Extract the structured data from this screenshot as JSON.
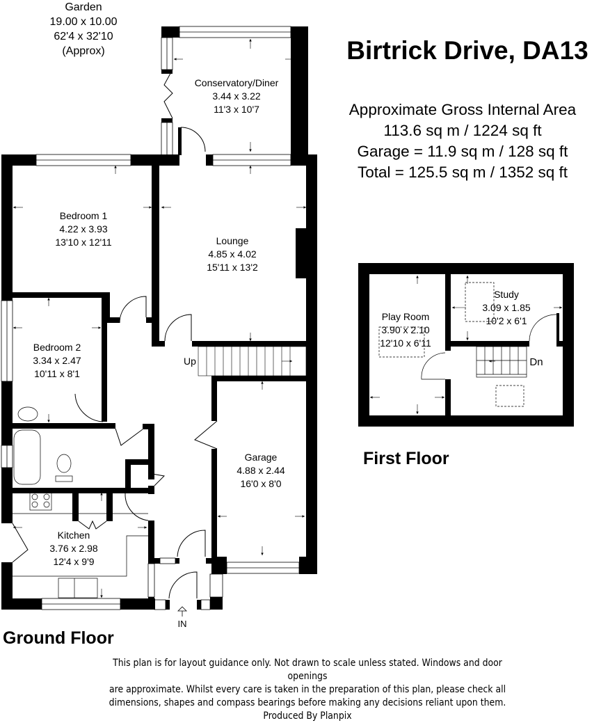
{
  "header": {
    "title": "Birtrick Drive, DA13",
    "area_heading": "Approximate Gross Internal Area",
    "area_main": "113.6 sq m / 1224 sq ft",
    "area_garage": "Garage = 11.9 sq m / 128 sq ft",
    "area_total": "Total = 125.5 sq m / 1352 sq ft"
  },
  "garden": {
    "name": "Garden",
    "metric": "19.00 x 10.00",
    "imperial": "62'4 x 32'10",
    "note": "(Approx)"
  },
  "ground_floor": {
    "label": "Ground Floor",
    "rooms": [
      {
        "name": "Conservatory/Diner",
        "metric": "3.44 x 3.22",
        "imperial": "11'3 x 10'7"
      },
      {
        "name": "Bedroom 1",
        "metric": "4.22 x 3.93",
        "imperial": "13'10 x 12'11"
      },
      {
        "name": "Lounge",
        "metric": "4.85 x 4.02",
        "imperial": "15'11 x 13'2"
      },
      {
        "name": "Bedroom 2",
        "metric": "3.34 x 2.47",
        "imperial": "10'11 x 8'1"
      },
      {
        "name": "Garage",
        "metric": "4.88 x 2.44",
        "imperial": "16'0 x 8'0"
      },
      {
        "name": "Kitchen",
        "metric": "3.76 x 2.98",
        "imperial": "12'4 x 9'9"
      }
    ],
    "stairs_label": "Up",
    "entrance_label": "IN"
  },
  "first_floor": {
    "label": "First Floor",
    "rooms": [
      {
        "name": "Play Room",
        "metric": "3.90 x 2.10",
        "imperial": "12'10 x 6'11"
      },
      {
        "name": "Study",
        "metric": "3.09 x 1.85",
        "imperial": "10'2 x 6'1"
      }
    ],
    "stairs_label": "Dn"
  },
  "footer": {
    "disclaimer_1": "This plan is for layout guidance only. Not drawn to scale unless stated. Windows and door openings",
    "disclaimer_2": "are approximate. Whilst every care is taken in the preparation of this plan, please check all",
    "disclaimer_3": "dimensions, shapes and compass bearings before making any decisions reliant upon them.",
    "producer": "Produced By Planpix"
  }
}
